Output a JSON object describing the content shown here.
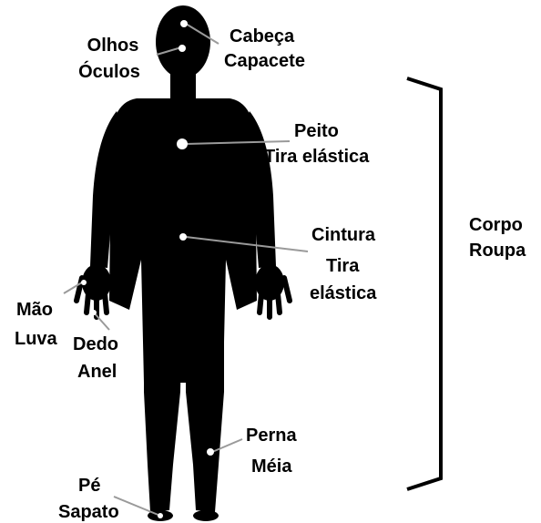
{
  "colors": {
    "silhouette": "#000000",
    "marker": "#ffffff",
    "leader_line": "#9a9a9a",
    "text": "#000000",
    "background": "#ffffff"
  },
  "labels": {
    "cabeca": "Cabeça",
    "capacete": "Capacete",
    "olhos": "Olhos",
    "oculos": "Óculos",
    "peito": "Peito",
    "tira_peito": "Tira elástica",
    "cintura": "Cintura",
    "tira": "Tira",
    "elastica": "elástica",
    "corpo": "Corpo",
    "roupa": "Roupa",
    "mao": "Mão",
    "luva": "Luva",
    "dedo": "Dedo",
    "anel": "Anel",
    "perna": "Perna",
    "meia": "Méia",
    "pe": "Pé",
    "sapato": "Sapato"
  }
}
